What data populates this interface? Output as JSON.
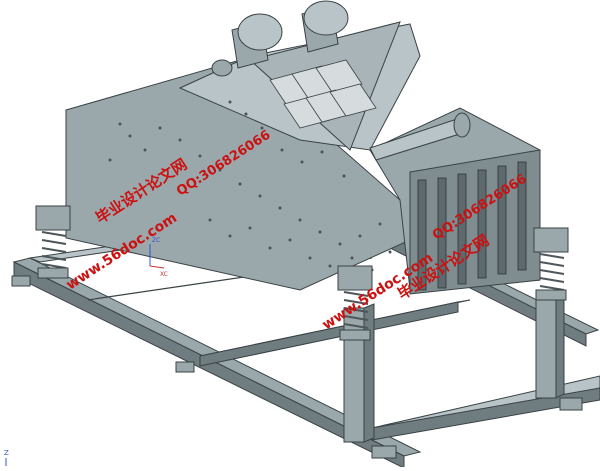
{
  "watermarks": {
    "left_site": "www.56doc.com",
    "left_title": "毕业设计论文网",
    "left_qq": "QQ:306826066",
    "right_site": "www.56doc.com",
    "right_title": "毕业设计论文网",
    "right_qq": "QQ:306826066"
  },
  "triad": {
    "zc_label": "ZC",
    "xc_label": "XC",
    "corner_label": "Z"
  },
  "colors": {
    "background": "#ffffff",
    "metal_light": "#b8c4c7",
    "metal_mid": "#9aa8ac",
    "metal_dark": "#6f7c80",
    "outline": "#3a4245",
    "watermark": "#cc1111",
    "spring": "#4d5659"
  }
}
